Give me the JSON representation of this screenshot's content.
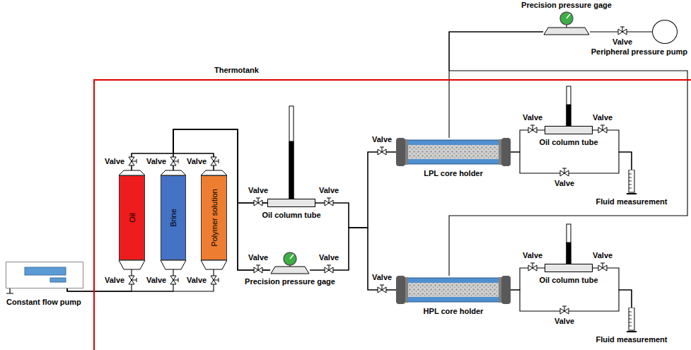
{
  "diagram": {
    "nodes": [
      {
        "text": [
          "Precision pressure gage"
        ]
      },
      {
        "text": [
          "Peripheral pressure pump"
        ]
      },
      {
        "text": [
          "Constant flow pump"
        ]
      },
      {
        "text": [
          "Oil"
        ]
      },
      {
        "text": [
          "Brine"
        ]
      },
      {
        "text": [
          "Polymer solution"
        ]
      },
      {
        "text": [
          "Oil column tube"
        ]
      },
      {
        "text": [
          "Precision pressure gage"
        ]
      },
      {
        "text": [
          "LPL core holder"
        ]
      },
      {
        "text": [
          "Oil column tube"
        ]
      },
      {
        "text": [
          "Fluid measurement"
        ]
      },
      {
        "text": [
          "HPL core holder"
        ]
      },
      {
        "text": [
          "Oil column tube"
        ]
      },
      {
        "text": [
          "Fluid measurement"
        ]
      }
    ],
    "edges": [
      {
        "from": 1,
        "to": 0,
        "arrow": "none"
      },
      {
        "from": 0,
        "to": 8,
        "arrow": "none"
      },
      {
        "from": 0,
        "to": 11,
        "arrow": "none"
      },
      {
        "from": 2,
        "to": 3,
        "arrow": "none"
      },
      {
        "from": 2,
        "to": 4,
        "arrow": "none"
      },
      {
        "from": 2,
        "to": 5,
        "arrow": "none"
      },
      {
        "from": 3,
        "to": 6,
        "arrow": "none"
      },
      {
        "from": 3,
        "to": 7,
        "arrow": "none"
      },
      {
        "from": 4,
        "to": 6,
        "arrow": "none"
      },
      {
        "from": 4,
        "to": 7,
        "arrow": "none"
      },
      {
        "from": 5,
        "to": 6,
        "arrow": "none"
      },
      {
        "from": 5,
        "to": 7,
        "arrow": "none"
      },
      {
        "from": 6,
        "to": 8,
        "arrow": "none"
      },
      {
        "from": 6,
        "to": 11,
        "arrow": "none"
      },
      {
        "from": 7,
        "to": 8,
        "arrow": "none"
      },
      {
        "from": 7,
        "to": 11,
        "arrow": "none"
      },
      {
        "from": 8,
        "to": 9,
        "arrow": "none"
      },
      {
        "from": 8,
        "to": 10,
        "arrow": "none"
      },
      {
        "from": 9,
        "to": 10,
        "arrow": "none"
      },
      {
        "from": 11,
        "to": 12,
        "arrow": "none"
      },
      {
        "from": 11,
        "to": 13,
        "arrow": "none"
      },
      {
        "from": 12,
        "to": 13,
        "arrow": "none"
      }
    ],
    "labels": [
      "Thermotank",
      "Valve",
      "Valve",
      "Valve",
      "Valve",
      "Valve",
      "Valve",
      "Valve",
      "Valve",
      "Valve",
      "Valve",
      "Valve",
      "Valve",
      "Valve",
      "Valve",
      "Valve",
      "Valve",
      "Valve",
      "Valve",
      "Valve"
    ]
  }
}
